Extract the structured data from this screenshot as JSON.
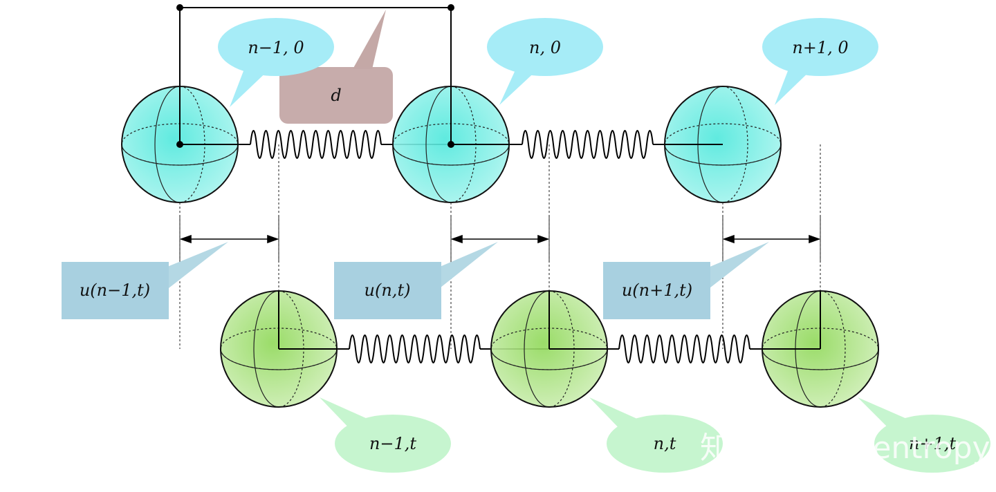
{
  "labels": {
    "top_left": "n−1, 0",
    "top_mid": "n, 0",
    "top_right": "n+1, 0",
    "spacing": "d",
    "disp_left": "u(n−1,t)",
    "disp_mid": "u(n,t)",
    "disp_right": "u(n+1,t)",
    "bottom_left": "n−1,t",
    "bottom_mid": "n,t",
    "bottom_right": "n+1,t"
  },
  "watermark": "知乎 @Anti-entropy",
  "colors": {
    "cyan_ball": "#7ef0e6",
    "green_ball": "#a9df78",
    "callout_top": "#a6ecf7",
    "callout_disp": "#b4d8e4",
    "callout_bottom": "#c6f5cf",
    "callout_d": "#c4a8a6"
  }
}
